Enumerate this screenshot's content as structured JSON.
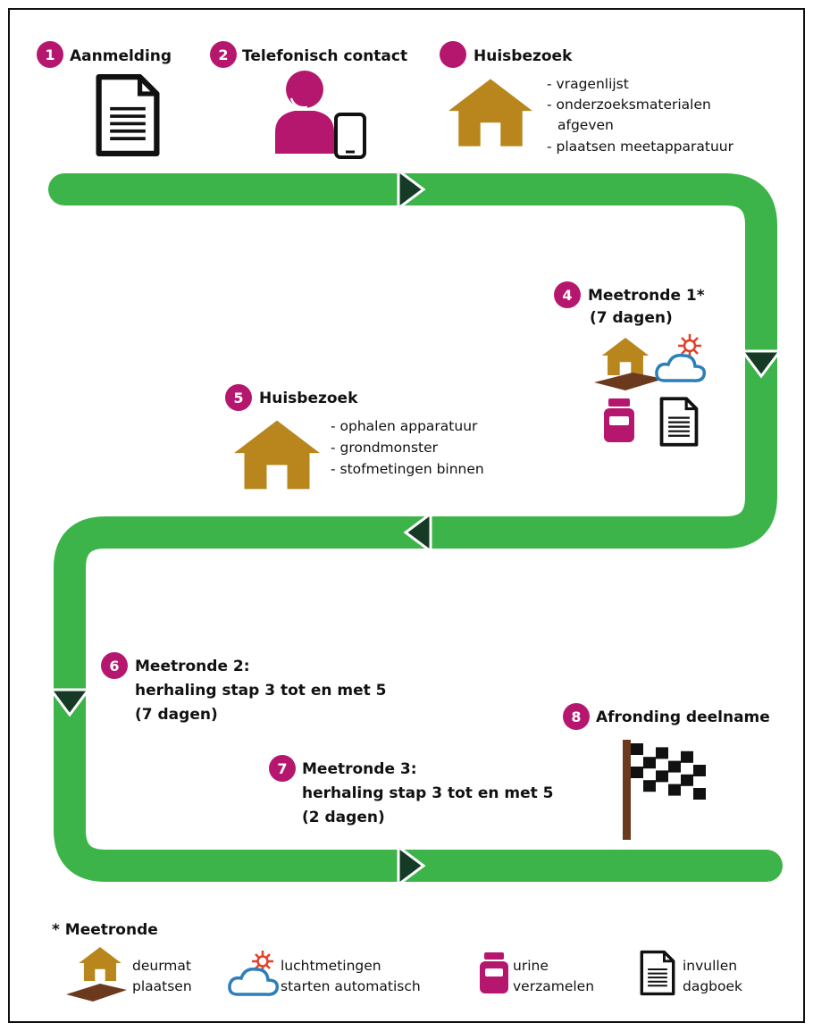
{
  "colors": {
    "magenta": "#b5176e",
    "gold": "#b8861c",
    "brown": "#6b3a1e",
    "green": "#3cb44a",
    "dark_green": "#153a25",
    "cloud_blue": "#2c7fb8",
    "sun_red": "#e0402a",
    "black": "#111111"
  },
  "steps": [
    {
      "num": "1",
      "title": "Aanmelding",
      "icon": "document-icon"
    },
    {
      "num": "2",
      "title": "Telefonisch contact",
      "icon": "phone-agent-icon"
    },
    {
      "num": "",
      "title": "Huisbezoek",
      "icon": "house-icon",
      "bullets": [
        "- vragenlijst",
        "- onderzoeksmaterialen",
        "afgeven",
        "- plaatsen meetapparatuur"
      ]
    },
    {
      "num": "4",
      "title": "Meetronde 1*",
      "subtitle": "(7 dagen)"
    },
    {
      "num": "5",
      "title": "Huisbezoek",
      "icon": "house-icon",
      "bullets": [
        "- ophalen apparatuur",
        "- grondmonster",
        "- stofmetingen binnen"
      ]
    },
    {
      "num": "6",
      "title": "Meetronde 2:",
      "line2": "herhaling stap 3 tot en met 5",
      "line3": "(7 dagen)"
    },
    {
      "num": "7",
      "title": "Meetronde 3:",
      "line2": "herhaling stap 3 tot en met  5",
      "line3": "(2 dagen)"
    },
    {
      "num": "8",
      "title": "Afronding deelname",
      "icon": "checkered-flag-icon"
    }
  ],
  "legend": {
    "title": "* Meetronde",
    "items": [
      {
        "icon": "doormat-house-icon",
        "line1": "deurmat",
        "line2": "plaatsen"
      },
      {
        "icon": "cloud-sun-icon",
        "line1": "luchtmetingen",
        "line2": "starten automatisch"
      },
      {
        "icon": "urine-jar-icon",
        "line1": "urine",
        "line2": "verzamelen"
      },
      {
        "icon": "diary-icon",
        "line1": "invullen",
        "line2": "dagboek"
      }
    ]
  }
}
